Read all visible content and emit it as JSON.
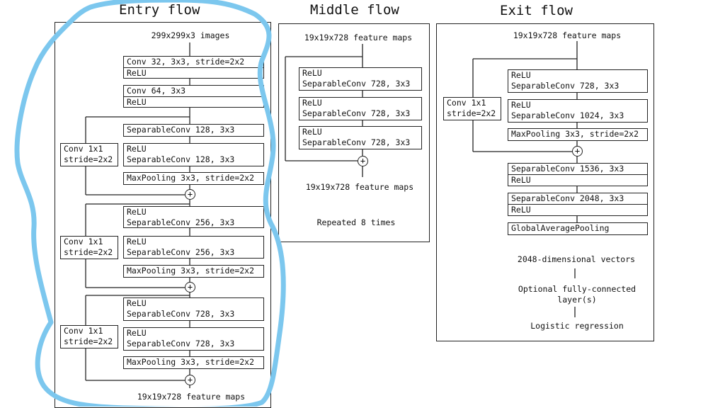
{
  "titles": {
    "entry": "Entry flow",
    "middle": "Middle flow",
    "exit": "Exit flow"
  },
  "entry": {
    "input": "299x299x3 images",
    "conv1": [
      "Conv 32, 3x3, stride=2x2",
      "ReLU"
    ],
    "conv2": [
      "Conv 64, 3x3",
      "ReLU"
    ],
    "block1": [
      "SeparableConv 128, 3x3",
      "ReLU",
      "SeparableConv 128, 3x3",
      "MaxPooling 3x3, stride=2x2"
    ],
    "block2": [
      "ReLU",
      "SeparableConv 256, 3x3",
      "ReLU",
      "SeparableConv 256, 3x3",
      "MaxPooling 3x3, stride=2x2"
    ],
    "block3": [
      "ReLU",
      "SeparableConv 728, 3x3",
      "ReLU",
      "SeparableConv 728, 3x3",
      "MaxPooling 3x3, stride=2x2"
    ],
    "skip": [
      "Conv 1x1",
      "stride=2x2"
    ],
    "output": "19x19x728 feature maps",
    "plus": "+"
  },
  "middle": {
    "input": "19x19x728 feature maps",
    "layers": [
      "ReLU",
      "SeparableConv 728, 3x3",
      "ReLU",
      "SeparableConv 728, 3x3",
      "ReLU",
      "SeparableConv 728, 3x3"
    ],
    "output": "19x19x728 feature maps",
    "repeat": "Repeated 8 times",
    "plus": "+"
  },
  "exit": {
    "input": "19x19x728 feature maps",
    "block": [
      "ReLU",
      "SeparableConv 728, 3x3",
      "ReLU",
      "SeparableConv 1024, 3x3",
      "MaxPooling 3x3, stride=2x2"
    ],
    "skip": [
      "Conv 1x1",
      "stride=2x2"
    ],
    "tail": [
      "SeparableConv 1536, 3x3",
      "ReLU",
      "SeparableConv 2048, 3x3",
      "ReLU",
      "GlobalAveragePooling"
    ],
    "vectors": "2048-dimensional vectors",
    "fc": [
      "Optional fully-connected",
      "layer(s)"
    ],
    "regression": "Logistic regression",
    "plus": "+"
  },
  "annotation_color": "#7cc7ee"
}
